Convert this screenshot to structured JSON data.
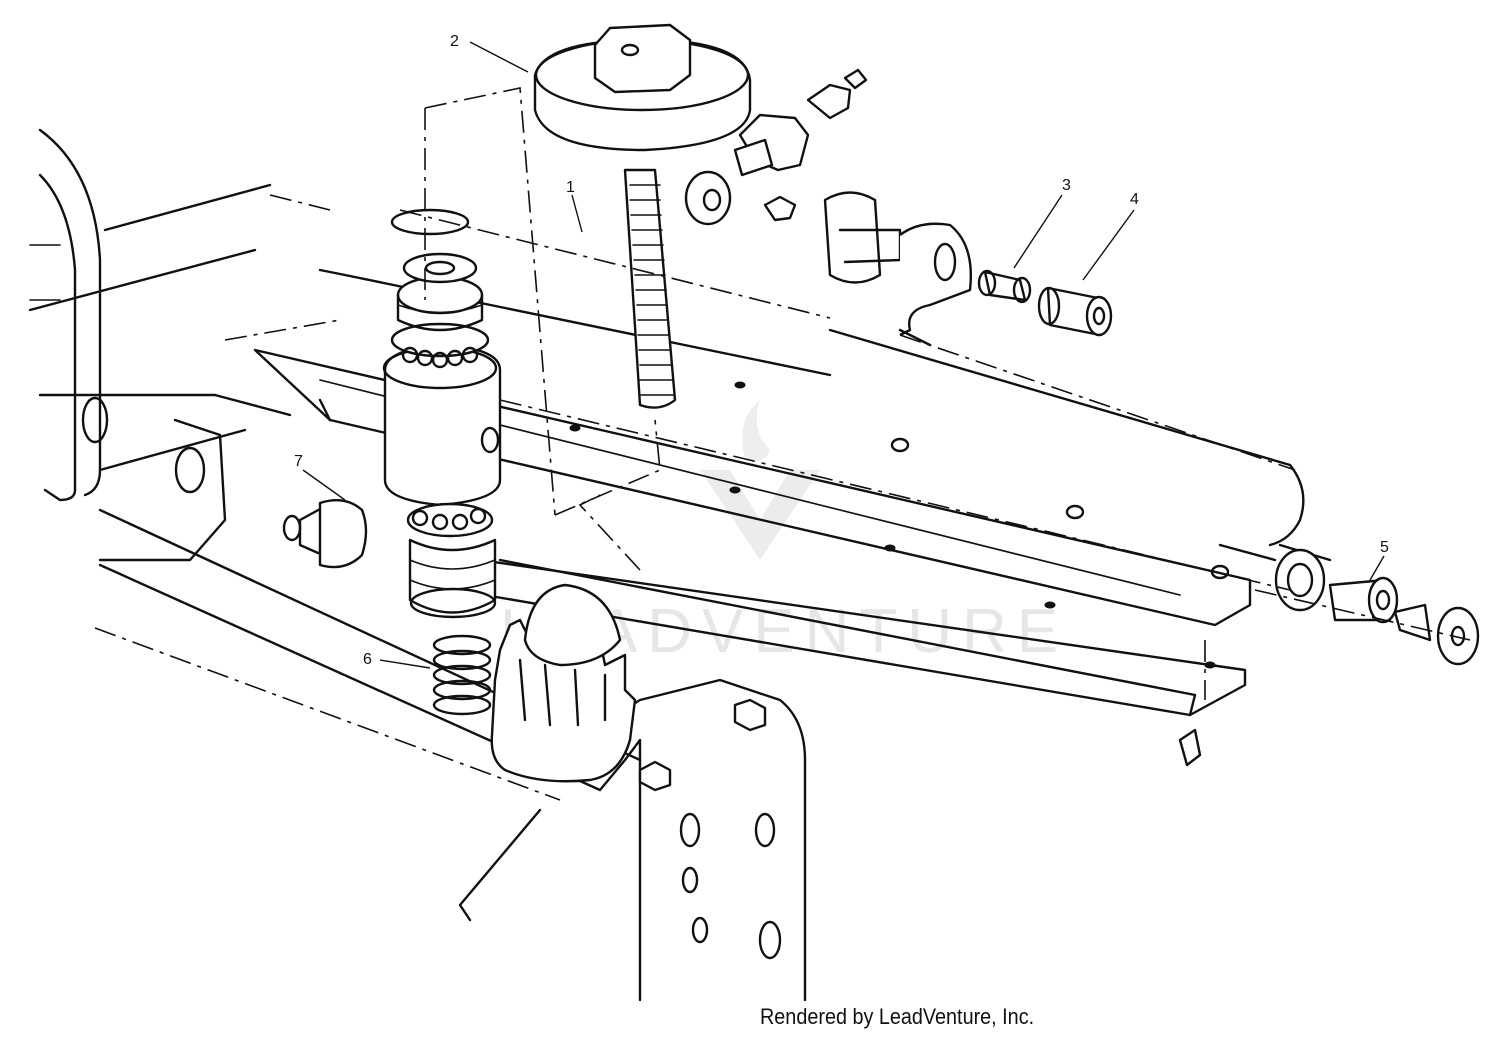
{
  "diagram": {
    "callouts": [
      {
        "id": "1",
        "label": "1"
      },
      {
        "id": "2",
        "label": "2"
      },
      {
        "id": "3",
        "label": "3"
      },
      {
        "id": "4",
        "label": "4"
      },
      {
        "id": "5",
        "label": "5"
      },
      {
        "id": "6",
        "label": "6"
      },
      {
        "id": "7",
        "label": "7"
      }
    ],
    "watermark": "LEADVENTURE",
    "credit": "Rendered by LeadVenture, Inc."
  }
}
